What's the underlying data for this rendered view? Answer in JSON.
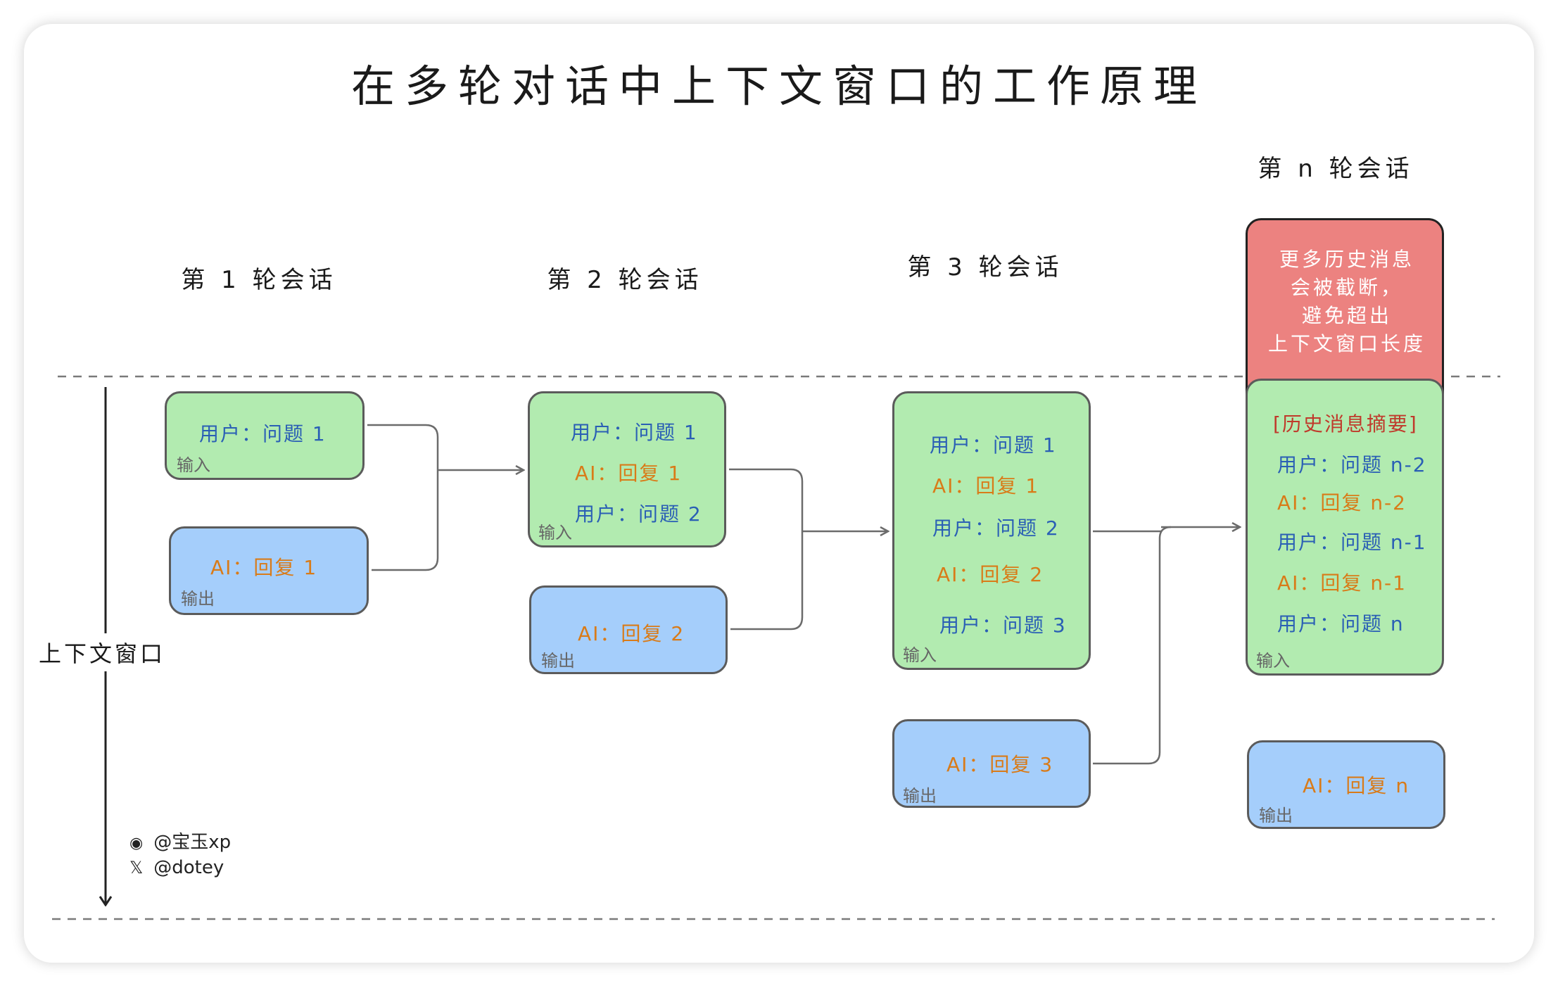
{
  "title": "在多轮对话中上下文窗口的工作原理",
  "context_window_label": "上下文窗口",
  "rounds": [
    {
      "label": "第 1 轮会话",
      "input": {
        "lines": [
          {
            "role": "user",
            "text": "用户：问题 1"
          }
        ],
        "tag": "输入"
      },
      "output": {
        "text": "AI：回复 1",
        "tag": "输出"
      }
    },
    {
      "label": "第 2 轮会话",
      "input": {
        "lines": [
          {
            "role": "user",
            "text": "用户：问题 1"
          },
          {
            "role": "ai",
            "text": "AI：回复 1"
          },
          {
            "role": "user",
            "text": "用户：问题 2"
          }
        ],
        "tag": "输入"
      },
      "output": {
        "text": "AI：回复 2",
        "tag": "输出"
      }
    },
    {
      "label": "第 3 轮会话",
      "input": {
        "lines": [
          {
            "role": "user",
            "text": "用户：问题 1"
          },
          {
            "role": "ai",
            "text": "AI：回复 1"
          },
          {
            "role": "user",
            "text": "用户：问题 2"
          },
          {
            "role": "ai",
            "text": "AI：回复 2"
          },
          {
            "role": "user",
            "text": "用户：问题 3"
          }
        ],
        "tag": "输入"
      },
      "output": {
        "text": "AI：回复 3",
        "tag": "输出"
      }
    },
    {
      "label": "第 n 轮会话",
      "truncated_note": [
        "更多历史消息",
        "会被截断，",
        "避免超出",
        "上下文窗口长度"
      ],
      "input": {
        "lines": [
          {
            "role": "summary",
            "text": "[历史消息摘要]"
          },
          {
            "role": "user",
            "text": "用户：问题 n-2"
          },
          {
            "role": "ai",
            "text": "AI：回复 n-2"
          },
          {
            "role": "user",
            "text": "用户：问题 n-1"
          },
          {
            "role": "ai",
            "text": "AI：回复 n-1"
          },
          {
            "role": "user",
            "text": "用户：问题 n"
          }
        ],
        "tag": "输入"
      },
      "output": {
        "text": "AI：回复 n",
        "tag": "输出"
      }
    }
  ],
  "credits": {
    "weibo": "@宝玉xp",
    "x": "@dotey"
  },
  "colors": {
    "input_box": "#b2ebb0",
    "output_box": "#a5cefb",
    "truncated_box": "#ec8280",
    "user_text": "#2a5fb5",
    "ai_text": "#d97b18",
    "summary_text": "#c0392b"
  }
}
